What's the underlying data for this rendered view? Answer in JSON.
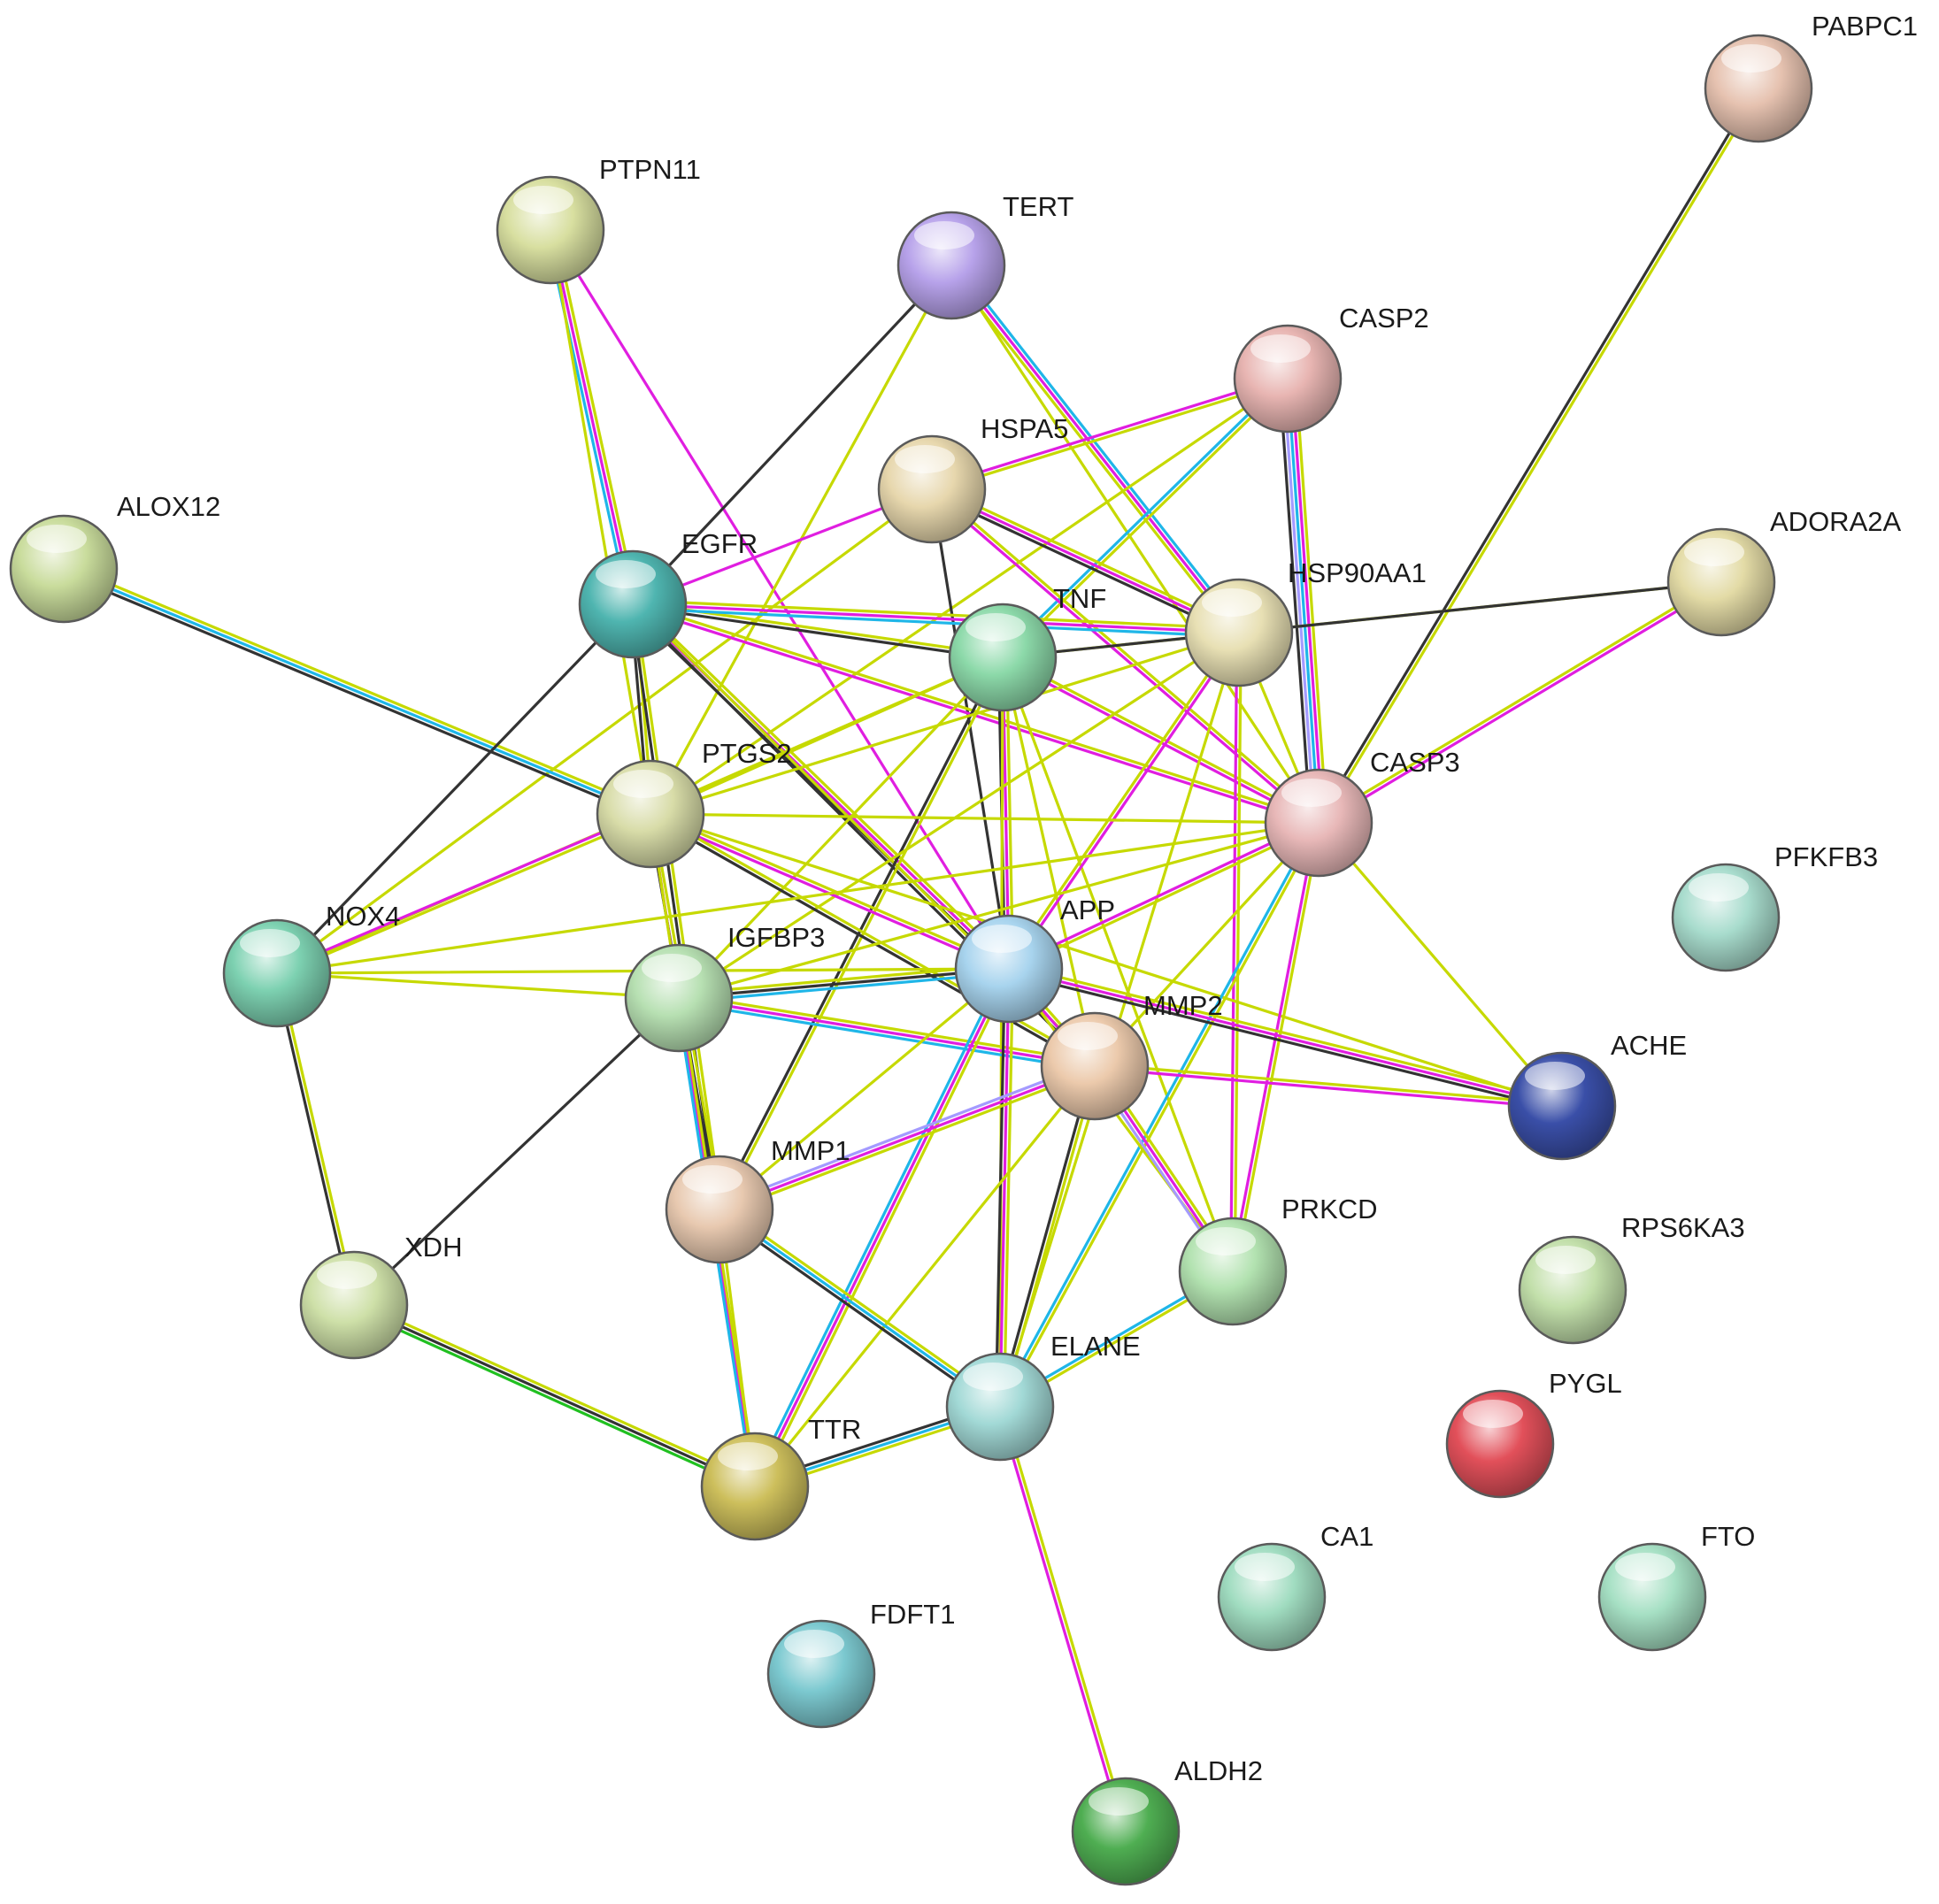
{
  "colors": {
    "textmining": "#c6d900",
    "experiments": "#e01ee0",
    "database": "#1fb6e8",
    "coexpression": "#333333",
    "homology": "#a49aff",
    "neighborhood": "#20c020"
  },
  "nodes": [
    {
      "id": "PABPC1",
      "label": "PABPC1",
      "color": "#e6c2b0"
    },
    {
      "id": "PTPN11",
      "label": "PTPN11",
      "color": "#d8dfa0"
    },
    {
      "id": "TERT",
      "label": "TERT",
      "color": "#b7a2ea"
    },
    {
      "id": "CASP2",
      "label": "CASP2",
      "color": "#e8b5b2"
    },
    {
      "id": "HSPA5",
      "label": "HSPA5",
      "color": "#e7d7ad"
    },
    {
      "id": "ALOX12",
      "label": "ALOX12",
      "color": "#c9dc9c"
    },
    {
      "id": "EGFR",
      "label": "EGFR",
      "color": "#4fb5b0"
    },
    {
      "id": "TNF",
      "label": "TNF",
      "color": "#8cd9a9"
    },
    {
      "id": "HSP90AA1",
      "label": "HSP90AA1",
      "color": "#e8e0b4"
    },
    {
      "id": "ADORA2A",
      "label": "ADORA2A",
      "color": "#e3dba6"
    },
    {
      "id": "PTGS2",
      "label": "PTGS2",
      "color": "#d8dca8"
    },
    {
      "id": "CASP3",
      "label": "CASP3",
      "color": "#e8b8b8"
    },
    {
      "id": "PFKFB3",
      "label": "PFKFB3",
      "color": "#a8dccd"
    },
    {
      "id": "NOX4",
      "label": "NOX4",
      "color": "#7dd1b1"
    },
    {
      "id": "IGFBP3",
      "label": "IGFBP3",
      "color": "#b7e0b2"
    },
    {
      "id": "APP",
      "label": "APP",
      "color": "#a8d4ee"
    },
    {
      "id": "MMP2",
      "label": "MMP2",
      "color": "#eccaac"
    },
    {
      "id": "ACHE",
      "label": "ACHE",
      "color": "#3a4fa8"
    },
    {
      "id": "MMP1",
      "label": "MMP1",
      "color": "#e8c9b0"
    },
    {
      "id": "PRKCD",
      "label": "PRKCD",
      "color": "#b2e2b0"
    },
    {
      "id": "RPS6KA3",
      "label": "RPS6KA3",
      "color": "#c2dfaa"
    },
    {
      "id": "XDH",
      "label": "XDH",
      "color": "#cee0a8"
    },
    {
      "id": "ELANE",
      "label": "ELANE",
      "color": "#a2d9d6"
    },
    {
      "id": "PYGL",
      "label": "PYGL",
      "color": "#e2505a"
    },
    {
      "id": "TTR",
      "label": "TTR",
      "color": "#cdbf5c"
    },
    {
      "id": "CA1",
      "label": "CA1",
      "color": "#a0dcc0"
    },
    {
      "id": "FTO",
      "label": "FTO",
      "color": "#a6e0c4"
    },
    {
      "id": "FDFT1",
      "label": "FDFT1",
      "color": "#7cc9d0"
    },
    {
      "id": "ALDH2",
      "label": "ALDH2",
      "color": "#4fae52"
    }
  ],
  "edges": [
    {
      "from": "PABPC1",
      "to": "CASP3",
      "types": [
        "textmining",
        "coexpression"
      ]
    },
    {
      "from": "PTPN11",
      "to": "EGFR",
      "types": [
        "textmining",
        "experiments",
        "database"
      ]
    },
    {
      "from": "PTPN11",
      "to": "PTGS2",
      "types": [
        "textmining"
      ]
    },
    {
      "from": "PTPN11",
      "to": "APP",
      "types": [
        "experiments"
      ]
    },
    {
      "from": "TERT",
      "to": "EGFR",
      "types": [
        "coexpression"
      ]
    },
    {
      "from": "TERT",
      "to": "PTGS2",
      "types": [
        "textmining"
      ]
    },
    {
      "from": "TERT",
      "to": "HSP90AA1",
      "types": [
        "database",
        "experiments",
        "textmining"
      ]
    },
    {
      "from": "TERT",
      "to": "CASP3",
      "types": [
        "textmining"
      ]
    },
    {
      "from": "CASP2",
      "to": "HSPA5",
      "types": [
        "textmining",
        "experiments"
      ]
    },
    {
      "from": "CASP2",
      "to": "CASP3",
      "types": [
        "textmining",
        "experiments",
        "database",
        "homology",
        "coexpression"
      ]
    },
    {
      "from": "CASP2",
      "to": "TNF",
      "types": [
        "textmining",
        "database"
      ]
    },
    {
      "from": "CASP2",
      "to": "PTGS2",
      "types": [
        "textmining"
      ]
    },
    {
      "from": "HSPA5",
      "to": "EGFR",
      "types": [
        "experiments"
      ]
    },
    {
      "from": "HSPA5",
      "to": "HSP90AA1",
      "types": [
        "textmining",
        "experiments",
        "coexpression"
      ]
    },
    {
      "from": "HSPA5",
      "to": "APP",
      "types": [
        "coexpression"
      ]
    },
    {
      "from": "HSPA5",
      "to": "CASP3",
      "types": [
        "textmining",
        "experiments"
      ]
    },
    {
      "from": "HSPA5",
      "to": "NOX4",
      "types": [
        "textmining"
      ]
    },
    {
      "from": "ALOX12",
      "to": "PTGS2",
      "types": [
        "textmining",
        "database",
        "coexpression"
      ]
    },
    {
      "from": "EGFR",
      "to": "TNF",
      "types": [
        "textmining",
        "coexpression"
      ]
    },
    {
      "from": "EGFR",
      "to": "HSP90AA1",
      "types": [
        "textmining",
        "experiments",
        "database"
      ]
    },
    {
      "from": "EGFR",
      "to": "PTGS2",
      "types": [
        "textmining",
        "coexpression"
      ]
    },
    {
      "from": "EGFR",
      "to": "CASP3",
      "types": [
        "textmining",
        "experiments"
      ]
    },
    {
      "from": "EGFR",
      "to": "APP",
      "types": [
        "textmining",
        "experiments",
        "coexpression"
      ]
    },
    {
      "from": "EGFR",
      "to": "NOX4",
      "types": [
        "coexpression"
      ]
    },
    {
      "from": "EGFR",
      "to": "MMP1",
      "types": [
        "textmining",
        "coexpression"
      ]
    },
    {
      "from": "EGFR",
      "to": "MMP2",
      "types": [
        "textmining",
        "coexpression"
      ]
    },
    {
      "from": "TNF",
      "to": "HSP90AA1",
      "types": [
        "textmining"
      ]
    },
    {
      "from": "TNF",
      "to": "PTGS2",
      "types": [
        "textmining"
      ]
    },
    {
      "from": "TNF",
      "to": "CASP3",
      "types": [
        "textmining",
        "experiments"
      ]
    },
    {
      "from": "TNF",
      "to": "APP",
      "types": [
        "textmining",
        "experiments",
        "coexpression"
      ]
    },
    {
      "from": "TNF",
      "to": "IGFBP3",
      "types": [
        "textmining"
      ]
    },
    {
      "from": "TNF",
      "to": "MMP1",
      "types": [
        "textmining",
        "coexpression"
      ]
    },
    {
      "from": "TNF",
      "to": "MMP2",
      "types": [
        "textmining"
      ]
    },
    {
      "from": "TNF",
      "to": "ELANE",
      "types": [
        "textmining"
      ]
    },
    {
      "from": "TNF",
      "to": "PRKCD",
      "types": [
        "textmining"
      ]
    },
    {
      "from": "TNF",
      "to": "NOX4",
      "types": [
        "textmining"
      ]
    },
    {
      "from": "HSP90AA1",
      "to": "ADORA2A",
      "types": [
        "textmining"
      ]
    },
    {
      "from": "HSP90AA1",
      "to": "CASP3",
      "types": [
        "textmining"
      ]
    },
    {
      "from": "HSP90AA1",
      "to": "PTGS2",
      "types": [
        "textmining"
      ]
    },
    {
      "from": "HSP90AA1",
      "to": "APP",
      "types": [
        "experiments",
        "textmining"
      ]
    },
    {
      "from": "HSP90AA1",
      "to": "PRKCD",
      "types": [
        "textmining",
        "experiments"
      ]
    },
    {
      "from": "HSP90AA1",
      "to": "IGFBP3",
      "types": [
        "textmining"
      ]
    },
    {
      "from": "HSP90AA1",
      "to": "ELANE",
      "types": [
        "textmining"
      ]
    },
    {
      "from": "ADORA2A",
      "to": "TNF",
      "types": [
        "coexpression"
      ]
    },
    {
      "from": "ADORA2A",
      "to": "CASP3",
      "types": [
        "experiments",
        "textmining"
      ]
    },
    {
      "from": "PTGS2",
      "to": "CASP3",
      "types": [
        "textmining"
      ]
    },
    {
      "from": "PTGS2",
      "to": "NOX4",
      "types": [
        "textmining",
        "experiments"
      ]
    },
    {
      "from": "PTGS2",
      "to": "APP",
      "types": [
        "textmining",
        "experiments"
      ]
    },
    {
      "from": "PTGS2",
      "to": "MMP1",
      "types": [
        "textmining",
        "coexpression"
      ]
    },
    {
      "from": "PTGS2",
      "to": "MMP2",
      "types": [
        "textmining",
        "coexpression"
      ]
    },
    {
      "from": "PTGS2",
      "to": "ACHE",
      "types": [
        "textmining"
      ]
    },
    {
      "from": "PTGS2",
      "to": "TTR",
      "types": [
        "experiments"
      ]
    },
    {
      "from": "PTGS2",
      "to": "IGFBP3",
      "types": [
        "textmining"
      ]
    },
    {
      "from": "CASP3",
      "to": "APP",
      "types": [
        "textmining",
        "experiments"
      ]
    },
    {
      "from": "CASP3",
      "to": "MMP2",
      "types": [
        "textmining"
      ]
    },
    {
      "from": "CASP3",
      "to": "ACHE",
      "types": [
        "textmining"
      ]
    },
    {
      "from": "CASP3",
      "to": "PRKCD",
      "types": [
        "textmining",
        "experiments"
      ]
    },
    {
      "from": "CASP3",
      "to": "ELANE",
      "types": [
        "textmining",
        "database"
      ]
    },
    {
      "from": "CASP3",
      "to": "IGFBP3",
      "types": [
        "textmining"
      ]
    },
    {
      "from": "CASP3",
      "to": "NOX4",
      "types": [
        "textmining"
      ]
    },
    {
      "from": "NOX4",
      "to": "APP",
      "types": [
        "textmining"
      ]
    },
    {
      "from": "NOX4",
      "to": "XDH",
      "types": [
        "textmining",
        "coexpression"
      ]
    },
    {
      "from": "NOX4",
      "to": "IGFBP3",
      "types": [
        "textmining"
      ]
    },
    {
      "from": "IGFBP3",
      "to": "APP",
      "types": [
        "textmining",
        "coexpression",
        "database"
      ]
    },
    {
      "from": "IGFBP3",
      "to": "MMP2",
      "types": [
        "textmining",
        "experiments",
        "database"
      ]
    },
    {
      "from": "IGFBP3",
      "to": "XDH",
      "types": [
        "coexpression"
      ]
    },
    {
      "from": "IGFBP3",
      "to": "TTR",
      "types": [
        "textmining",
        "database"
      ]
    },
    {
      "from": "APP",
      "to": "MMP2",
      "types": [
        "textmining",
        "experiments"
      ]
    },
    {
      "from": "APP",
      "to": "ACHE",
      "types": [
        "textmining",
        "experiments",
        "coexpression"
      ]
    },
    {
      "from": "APP",
      "to": "ELANE",
      "types": [
        "textmining",
        "experiments",
        "coexpression"
      ]
    },
    {
      "from": "APP",
      "to": "TTR",
      "types": [
        "textmining",
        "experiments",
        "database"
      ]
    },
    {
      "from": "APP",
      "to": "MMP1",
      "types": [
        "textmining"
      ]
    },
    {
      "from": "APP",
      "to": "PRKCD",
      "types": [
        "textmining"
      ]
    },
    {
      "from": "MMP2",
      "to": "ACHE",
      "types": [
        "textmining",
        "experiments"
      ]
    },
    {
      "from": "MMP2",
      "to": "MMP1",
      "types": [
        "textmining",
        "experiments",
        "homology"
      ]
    },
    {
      "from": "MMP2",
      "to": "PRKCD",
      "types": [
        "textmining",
        "experiments",
        "homology"
      ]
    },
    {
      "from": "MMP2",
      "to": "ELANE",
      "types": [
        "textmining",
        "coexpression"
      ]
    },
    {
      "from": "MMP2",
      "to": "TTR",
      "types": [
        "textmining"
      ]
    },
    {
      "from": "MMP1",
      "to": "ELANE",
      "types": [
        "textmining",
        "database",
        "coexpression"
      ]
    },
    {
      "from": "MMP1",
      "to": "TTR",
      "types": [
        "textmining"
      ]
    },
    {
      "from": "PRKCD",
      "to": "ELANE",
      "types": [
        "textmining",
        "database"
      ]
    },
    {
      "from": "XDH",
      "to": "TTR",
      "types": [
        "textmining",
        "coexpression",
        "neighborhood"
      ]
    },
    {
      "from": "ELANE",
      "to": "TTR",
      "types": [
        "textmining",
        "database",
        "coexpression"
      ]
    },
    {
      "from": "ELANE",
      "to": "ALDH2",
      "types": [
        "textmining",
        "experiments"
      ]
    }
  ]
}
